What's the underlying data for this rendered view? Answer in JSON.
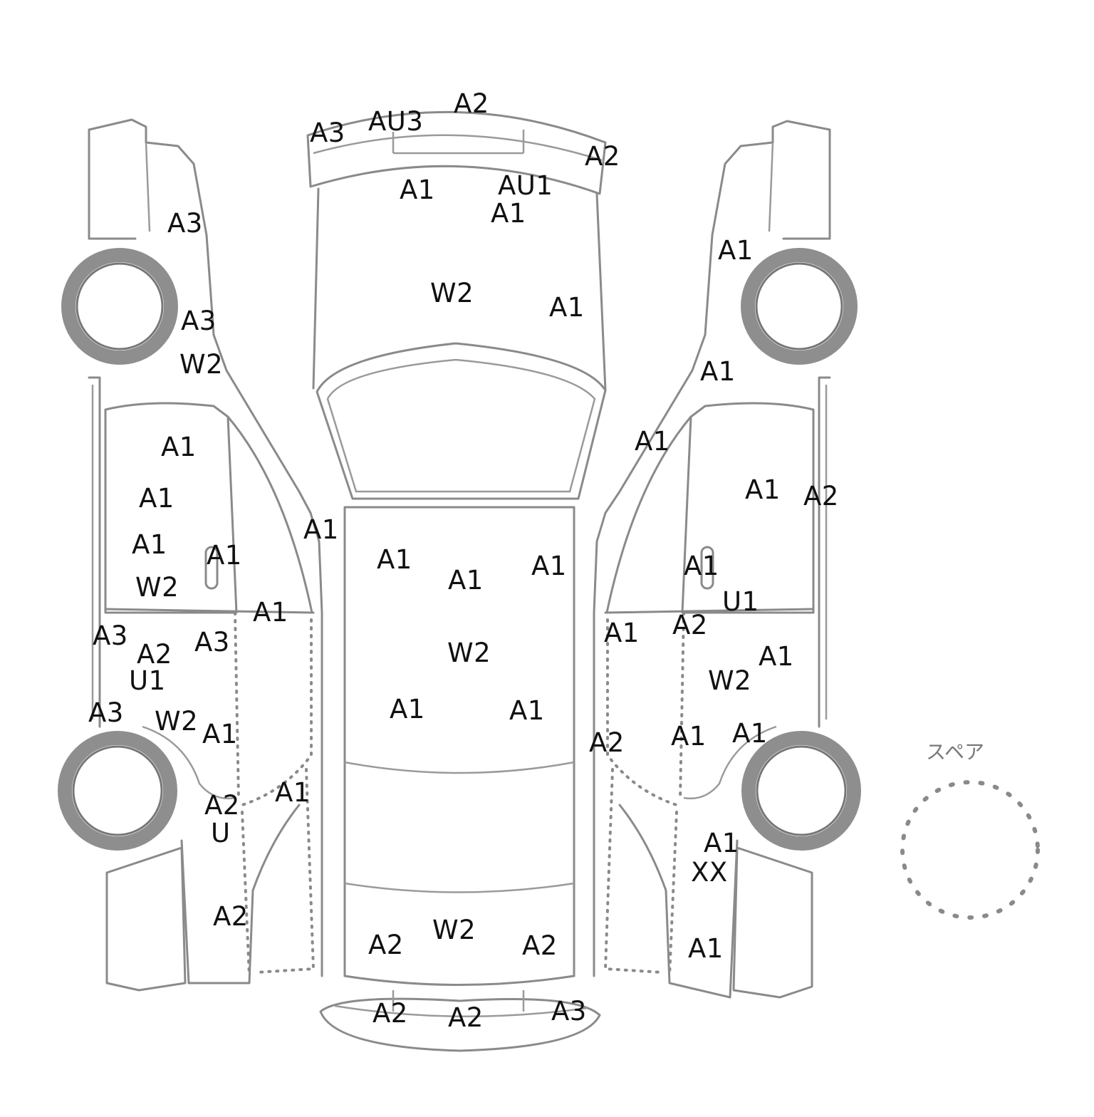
{
  "spare": {
    "label": "スペア"
  },
  "left_side": [
    {
      "id": "l1",
      "code": "A3"
    },
    {
      "id": "l2",
      "code": "A3"
    },
    {
      "id": "l3",
      "code": "W2"
    },
    {
      "id": "l4",
      "code": "A1"
    },
    {
      "id": "l5",
      "code": "A1"
    },
    {
      "id": "l6",
      "code": "A1"
    },
    {
      "id": "l7",
      "code": "A1"
    },
    {
      "id": "l8",
      "code": "W2"
    },
    {
      "id": "l9",
      "code": "A1"
    },
    {
      "id": "l10",
      "code": "A1"
    },
    {
      "id": "l11",
      "code": "A3"
    },
    {
      "id": "l12",
      "code": "A2"
    },
    {
      "id": "l13",
      "code": "A3"
    },
    {
      "id": "l14",
      "code": "U1"
    },
    {
      "id": "l15",
      "code": "A3"
    },
    {
      "id": "l16",
      "code": "W2"
    },
    {
      "id": "l17",
      "code": "A1"
    },
    {
      "id": "l18",
      "code": "A1"
    },
    {
      "id": "l19",
      "code": "A2"
    },
    {
      "id": "l20",
      "code": "U"
    },
    {
      "id": "l21",
      "code": "A2"
    }
  ],
  "top_view": [
    {
      "id": "t1",
      "code": "A2"
    },
    {
      "id": "t2",
      "code": "A3"
    },
    {
      "id": "t3",
      "code": "AU3"
    },
    {
      "id": "t4",
      "code": "A2"
    },
    {
      "id": "t5",
      "code": "A1"
    },
    {
      "id": "t6",
      "code": "AU1"
    },
    {
      "id": "t7",
      "code": "A1"
    },
    {
      "id": "t8",
      "code": "W2"
    },
    {
      "id": "t9",
      "code": "A1"
    },
    {
      "id": "t10",
      "code": "A1"
    },
    {
      "id": "t11",
      "code": "A1"
    },
    {
      "id": "t12",
      "code": "A1"
    },
    {
      "id": "t13",
      "code": "W2"
    },
    {
      "id": "t14",
      "code": "A1"
    },
    {
      "id": "t15",
      "code": "A1"
    },
    {
      "id": "t16",
      "code": "W2"
    },
    {
      "id": "t17",
      "code": "A2"
    },
    {
      "id": "t18",
      "code": "A2"
    },
    {
      "id": "t19",
      "code": "A2"
    },
    {
      "id": "t20",
      "code": "A2"
    },
    {
      "id": "t21",
      "code": "A3"
    }
  ],
  "right_side": [
    {
      "id": "r1",
      "code": "A1"
    },
    {
      "id": "r2",
      "code": "A1"
    },
    {
      "id": "r3",
      "code": "A1"
    },
    {
      "id": "r4",
      "code": "A1"
    },
    {
      "id": "r5",
      "code": "A2"
    },
    {
      "id": "r6",
      "code": "A1"
    },
    {
      "id": "r7",
      "code": "U1"
    },
    {
      "id": "r8",
      "code": "A1"
    },
    {
      "id": "r9",
      "code": "A2"
    },
    {
      "id": "r10",
      "code": "A1"
    },
    {
      "id": "r11",
      "code": "W2"
    },
    {
      "id": "r12",
      "code": "A2"
    },
    {
      "id": "r13",
      "code": "A1"
    },
    {
      "id": "r14",
      "code": "A1"
    },
    {
      "id": "r15",
      "code": "A1"
    },
    {
      "id": "r16",
      "code": "XX"
    },
    {
      "id": "r17",
      "code": "A1"
    }
  ]
}
